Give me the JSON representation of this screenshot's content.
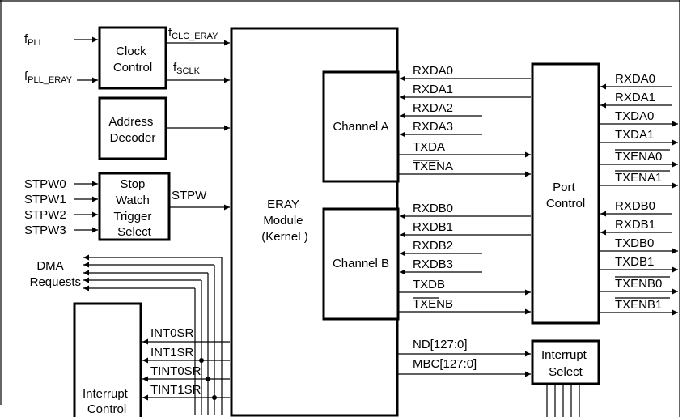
{
  "blocks": {
    "clock_control": [
      "Clock",
      "Control"
    ],
    "address_decoder": [
      "Address",
      "Decoder"
    ],
    "stop_watch": [
      "Stop",
      "Watch",
      "Trigger",
      "Select"
    ],
    "eray_module": [
      "ERAY",
      "Module",
      "(Kernel )"
    ],
    "channel_a": "Channel A",
    "channel_b": "Channel B",
    "port_control": [
      "Port",
      "Control"
    ],
    "interrupt_select": [
      "Interrupt",
      "Select"
    ],
    "interrupt_control": [
      "Interrupt",
      "Control"
    ]
  },
  "inputs": {
    "f_pll": {
      "base": "f",
      "sub": "PLL"
    },
    "f_pll_eray": {
      "base": "f",
      "sub": "PLL_ERAY"
    },
    "f_clc_eray": {
      "base": "f",
      "sub": "CLC_ERAY"
    },
    "f_sclk": {
      "base": "f",
      "sub": "SCLK"
    },
    "stpw_inputs": [
      "STPW0",
      "STPW1",
      "STPW2",
      "STPW3"
    ],
    "stpw": "STPW",
    "dma": [
      "DMA",
      "Requests"
    ]
  },
  "interrupts": [
    "INT0SR",
    "INT1SR",
    "TINT0SR",
    "TINT1SR"
  ],
  "channel_a_signals": [
    "RXDA0",
    "RXDA1",
    "RXDA2",
    "RXDA3",
    "TXDA",
    "TXENA"
  ],
  "channel_b_signals": [
    "RXDB0",
    "RXDB1",
    "RXDB2",
    "RXDB3",
    "TXDB",
    "TXENB"
  ],
  "port_a_signals": [
    "RXDA0",
    "RXDA1",
    "TXDA0",
    "TXDA1",
    "TXENA0",
    "TXENA1"
  ],
  "port_b_signals": [
    "RXDB0",
    "RXDB1",
    "TXDB0",
    "TXDB1",
    "TXENB0",
    "TXENB1"
  ],
  "buses": [
    "ND[127:0]",
    "MBC[127:0]"
  ]
}
